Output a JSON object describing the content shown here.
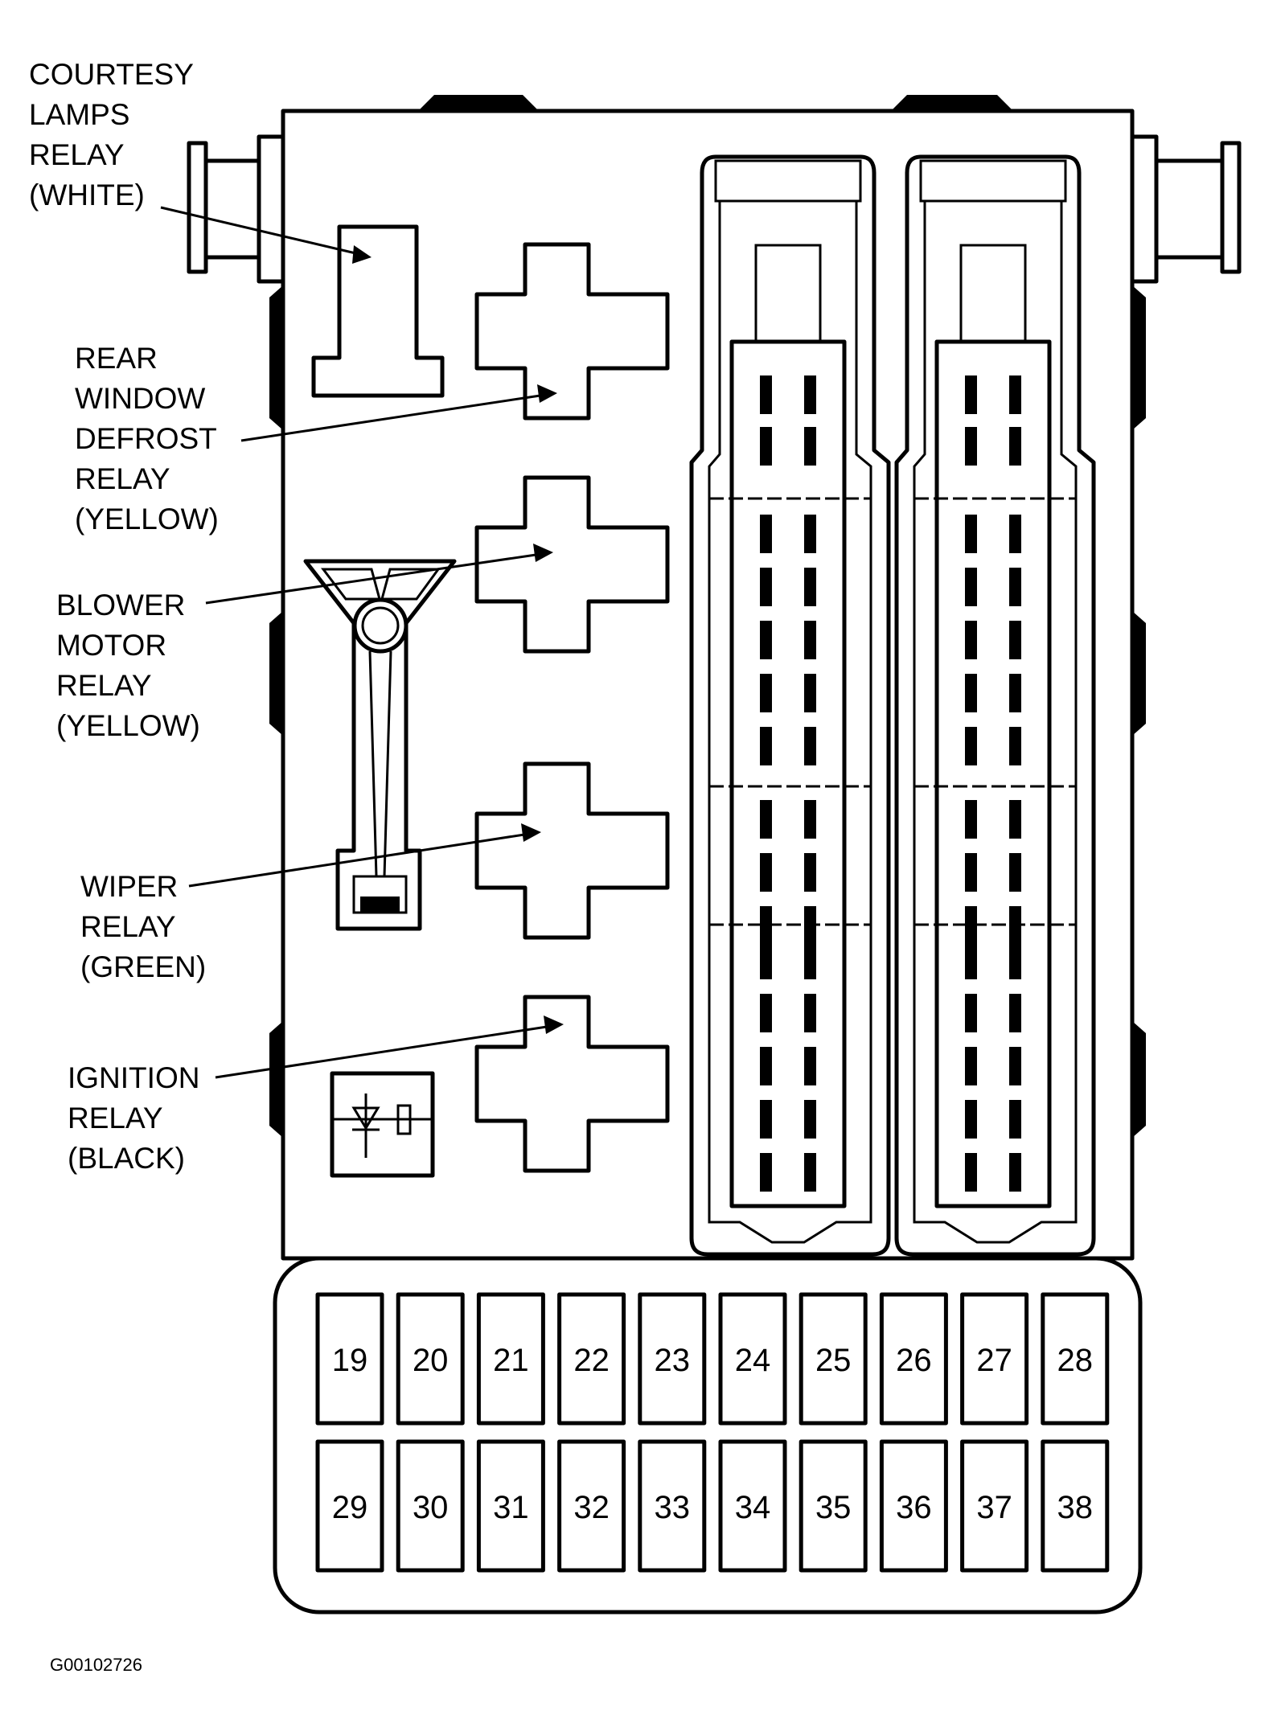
{
  "colors": {
    "ink": "#000000",
    "paper": "#ffffff"
  },
  "labels": {
    "courtesy": [
      "COURTESY",
      "LAMPS",
      "RELAY",
      "(WHITE)"
    ],
    "rear_window": [
      "REAR",
      "WINDOW",
      "DEFROST",
      "RELAY",
      "(YELLOW)"
    ],
    "blower": [
      "BLOWER",
      "MOTOR",
      "RELAY",
      "(YELLOW)"
    ],
    "wiper": [
      "WIPER",
      "RELAY",
      "(GREEN)"
    ],
    "ignition": [
      "IGNITION",
      "RELAY",
      "(BLACK)"
    ]
  },
  "fuses": {
    "row1": [
      "19",
      "20",
      "21",
      "22",
      "23",
      "24",
      "25",
      "26",
      "27",
      "28"
    ],
    "row2": [
      "29",
      "30",
      "31",
      "32",
      "33",
      "34",
      "35",
      "36",
      "37",
      "38"
    ]
  },
  "figure_code": "G00102726",
  "icons": {
    "diode": "diode-icon"
  }
}
